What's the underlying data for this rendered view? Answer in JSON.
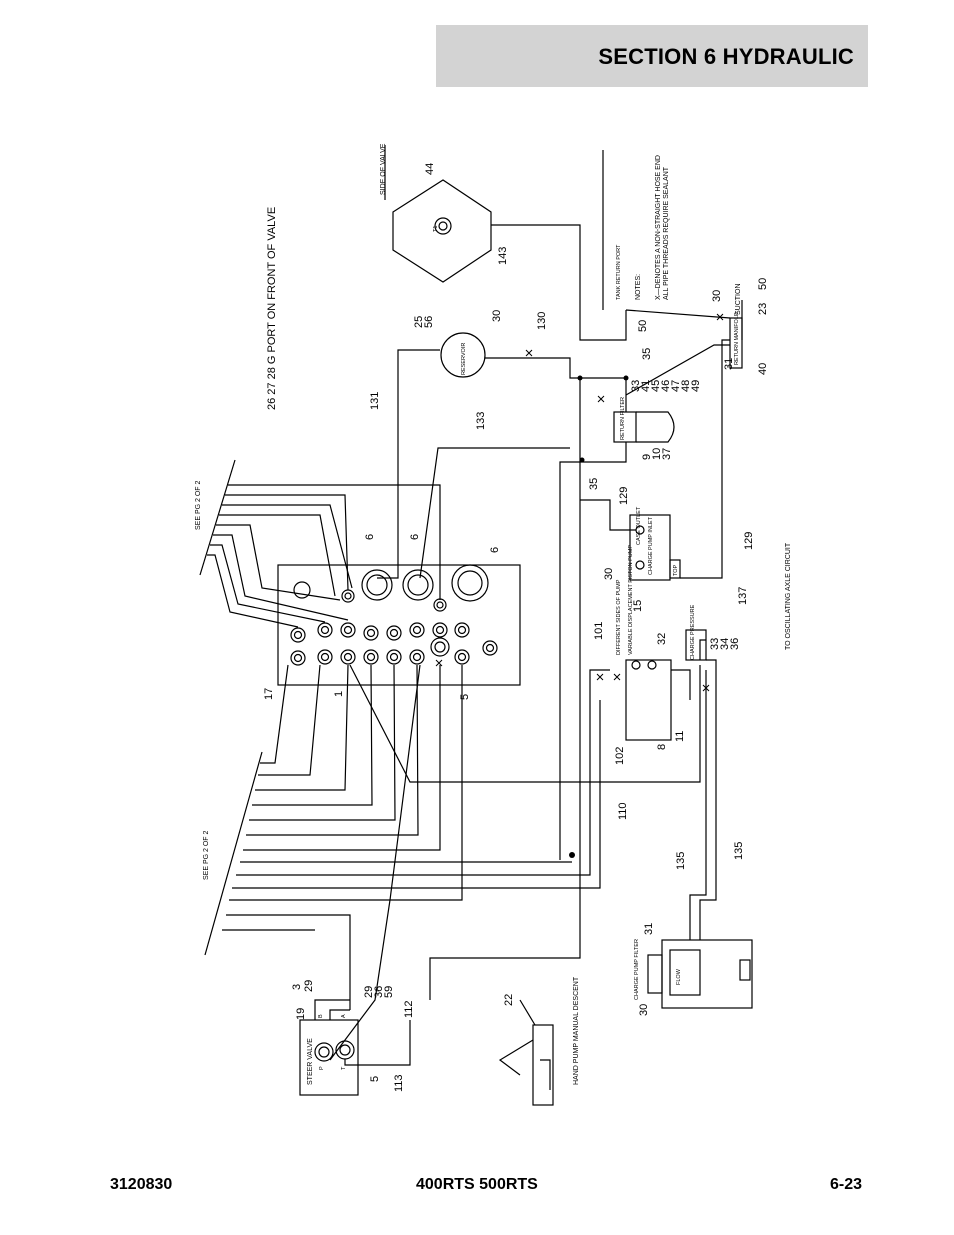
{
  "header": {
    "section_title": "SECTION 6   HYDRAULIC"
  },
  "footer": {
    "doc_number": "3120830",
    "model": "400RTS 500RTS",
    "page": "6-23"
  },
  "diagram": {
    "labels": {
      "side_of_valve": "SIDE OF VALVE",
      "front_ports": "26 27 28 G PORT ON FRONT OF VALVE",
      "notes_title": "NOTES:",
      "note_1": "X—DENOTES A NON-STRAIGHT HOSE END",
      "note_2": "ALL PIPE THREADS REQUIRE SEALANT",
      "tank_return": "TANK RETURN PORT",
      "suction": "SUCTION",
      "see_pg_top": "SEE PG 2 OF 2",
      "see_pg_bottom": "SEE PG 2 OF 2",
      "steer_valve": "STEER VALVE",
      "hand_pump": "HAND PUMP MANUAL DESCENT",
      "charge_pump_filter": "CHARGE PUMP FILTER",
      "flow": "FLOW",
      "to_oscillating": "TO OSCILLATING AXLE CIRCUIT",
      "different_sides": "DIFFERENT SIDES OF PUMP",
      "pump_desc": "VARIABLE DISPLACEMENT PISTON PUMP",
      "return_filter": "RETURN FILTER",
      "charge_pump_inlet": "CHARGE PUMP INLET",
      "case_outlet": "CASE OUTLET",
      "top": "TOP",
      "charge_pressure": "CHARGE PRESSURE",
      "return_manifold": "RETURN MANIFOLD",
      "reservoir": "RESERVOIR",
      "p_label": "P",
      "t_label": "T",
      "a_label": "A",
      "b_label": "B",
      "t1_label": "T1"
    },
    "callouts": {
      "c44": "44",
      "c143": "143",
      "c25": "25",
      "c56": "56",
      "c30a": "30",
      "c130": "130",
      "c131": "131",
      "c133": "133",
      "c50a": "50",
      "c35a": "35",
      "c33": "33",
      "c41": "41",
      "c45": "45",
      "c46": "46",
      "c47": "47",
      "c48": "48",
      "c49": "49",
      "c9": "9",
      "c10": "10",
      "c37": "37",
      "c35b": "35",
      "c129a": "129",
      "c129b": "129",
      "c30b": "30",
      "c31a": "31",
      "c23": "23",
      "c50b": "50",
      "c40": "40",
      "c30c": "30",
      "c6a": "6",
      "c6b": "6",
      "c6c": "6",
      "c30d": "30",
      "c15": "15",
      "c101": "101",
      "c137": "137",
      "c32": "32",
      "c33b": "33",
      "c34": "34",
      "c36b": "36",
      "c8": "8",
      "c11": "11",
      "c102": "102",
      "c110": "110",
      "c17": "17",
      "c1": "1",
      "c5a": "5",
      "c135a": "135",
      "c135b": "135",
      "c31b": "31",
      "c30e": "30",
      "c22": "22",
      "c19": "19",
      "c3": "3",
      "c29a": "29",
      "c29b": "29",
      "c36": "36",
      "c59": "59",
      "c112": "112",
      "c5b": "5",
      "c113": "113"
    }
  }
}
